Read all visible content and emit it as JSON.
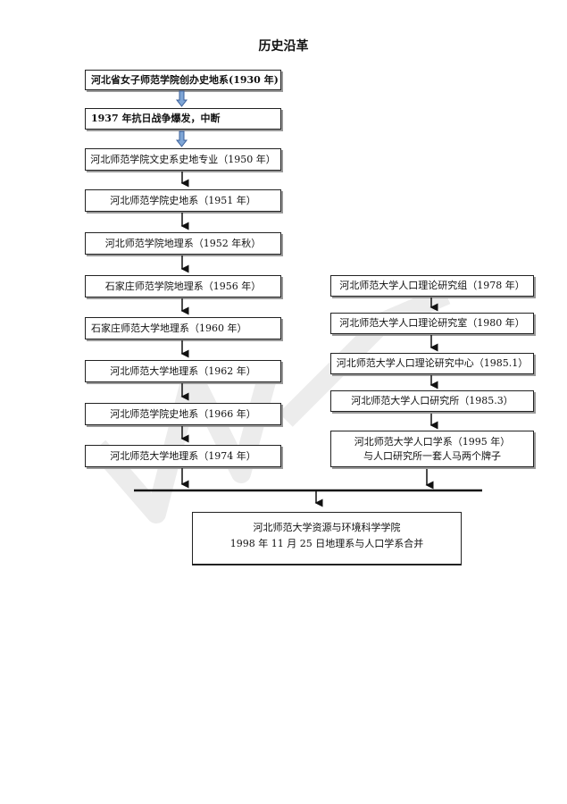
{
  "title": "历史沿革",
  "left_chain": [
    "河北省女子师范学院创办史地系(1930 年)",
    "1937 年抗日战争爆发，中断",
    "河北师范学院文史系史地专业（1950 年）",
    "河北师范学院史地系（1951 年）",
    "河北师范学院地理系（1952 年秋）",
    "石家庄师范学院地理系（1956 年）",
    "石家庄师范大学地理系（1960 年）",
    "河北师范大学地理系（1962 年）",
    "河北师范学院史地系（1966 年）",
    "河北师范大学地理系（1974 年）"
  ],
  "right_chain": [
    "河北师范大学人口理论研究组（1978 年）",
    "河北师范大学人口理论研究室（1980 年）",
    "河北师范大学人口理论研究中心（1985.1）",
    "河北师范大学人口研究所（1985.3）",
    "河北师范大学人口学系（1995 年）",
    "与人口研究所一套人马两个牌子"
  ],
  "merged": {
    "line1": "河北师范大学资源与环境科学学院",
    "line2": "1998 年 11 月 25 日地理系与人口学系合并"
  }
}
